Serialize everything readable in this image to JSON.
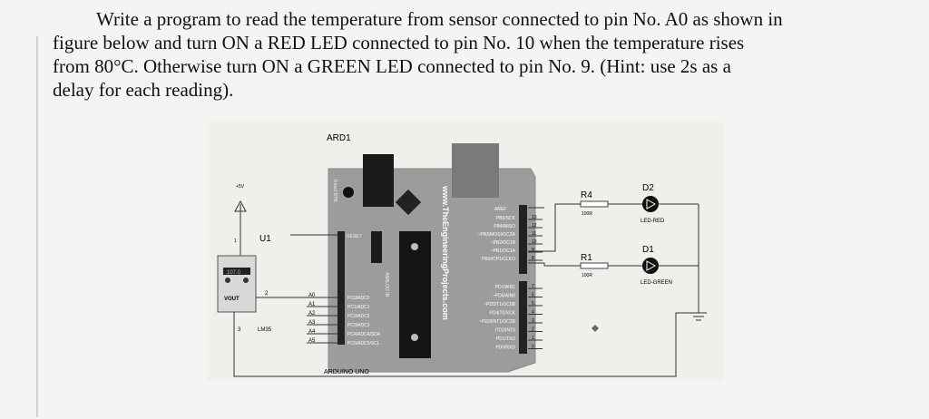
{
  "question": {
    "lines": [
      "Write a program to read the temperature from sensor connected to pin No. A0 as shown in",
      "figure below and turn ON a RED LED connected to pin No. 10 when the temperature rises",
      "from 80°C. Otherwise turn ON a GREEN LED connected to pin No. 9. (Hint: use 2s as a",
      "delay for each reading)."
    ]
  },
  "circuit": {
    "board_ref": "ARD1",
    "board_name": "ARDUINO UNO",
    "board_url": "www.TheEngineeringProjects.com",
    "reset_btn": "Reset BTN",
    "reset_pin": "RESET",
    "aref": "AREF",
    "analog_in": "ANALOG IN",
    "sensor_ref": "U1",
    "sensor_part": "LM35",
    "sensor_display": "107.0",
    "sensor_vout": "VOUT",
    "supply": "+5V",
    "sensor_pins": [
      "1",
      "2",
      "3"
    ],
    "analog_pins": [
      "A0",
      "A1",
      "A2",
      "A3",
      "A4",
      "A5"
    ],
    "analog_pin_names": [
      "PC0/ADC0",
      "PC1/ADC1",
      "PC2/ADC2",
      "PC3/ADC3",
      "PC4/ADC4/SDA",
      "PC5/ADC5/SCL"
    ],
    "digital_high_pins": [
      "13",
      "12",
      "11",
      "10",
      "9",
      "8"
    ],
    "digital_high_names": [
      "PB5/SCK",
      "PB4/MISO",
      "~PB3/MOSI/OC2A",
      "~PB2/OC1B",
      "~PB1/OC1A",
      "PB0/ICP1/CLKO"
    ],
    "digital_low_pins": [
      "7",
      "6",
      "5",
      "4",
      "3",
      "2",
      "1",
      "0"
    ],
    "digital_low_names": [
      "PD7/AIN1",
      "~PD6/AIN0",
      "~PD5/T1/OC0B",
      "PD4/T0/XCK",
      "~PD3/INT1/OC2B",
      "PD2/INT0",
      "PD1/TXD",
      "PD0/RXD"
    ],
    "r4": {
      "ref": "R4",
      "value": "100R"
    },
    "r1": {
      "ref": "R1",
      "value": "100R"
    },
    "d2": {
      "ref": "D2",
      "part": "LED-RED"
    },
    "d1": {
      "ref": "D1",
      "part": "LED-GREEN"
    }
  }
}
